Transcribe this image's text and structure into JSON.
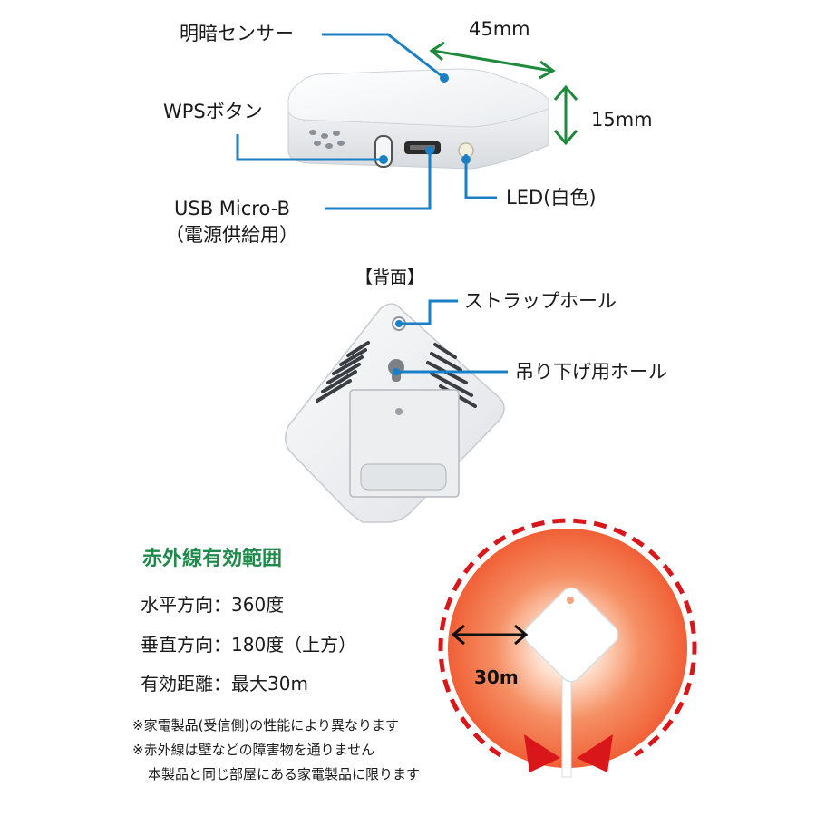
{
  "top_labels": {
    "light_sensor": "明暗センサー",
    "width": "45mm",
    "height": "15mm",
    "wps_button": "WPSボタン",
    "usb_line1": "USB Micro-B",
    "usb_line2": "（電源供給用）",
    "led": "LED(白色)"
  },
  "back": {
    "heading": "【背面】",
    "strap_hole": "ストラップホール",
    "hanging_hole": "吊り下げ用ホール"
  },
  "infrared": {
    "title": "赤外線有効範囲",
    "specs": [
      "水平方向：360度",
      "垂直方向：180度（上方）",
      "有効距離：最大30m"
    ],
    "notes": [
      "※家電製品(受信側)の性能により異なります",
      "※赤外線は壁などの障害物を通りません",
      "本製品と同じ部屋にある家電製品に限ります"
    ],
    "range_label": "30m"
  },
  "colors": {
    "leader_blue": "#1a7fc4",
    "dimension_green": "#1e8a3c",
    "title_green": "#1f8a4c",
    "dashed_red": "#d9161a",
    "glow_orange": "#f26a3a"
  },
  "icons": [
    "arrow-double-icon",
    "arrow-red-icon"
  ]
}
